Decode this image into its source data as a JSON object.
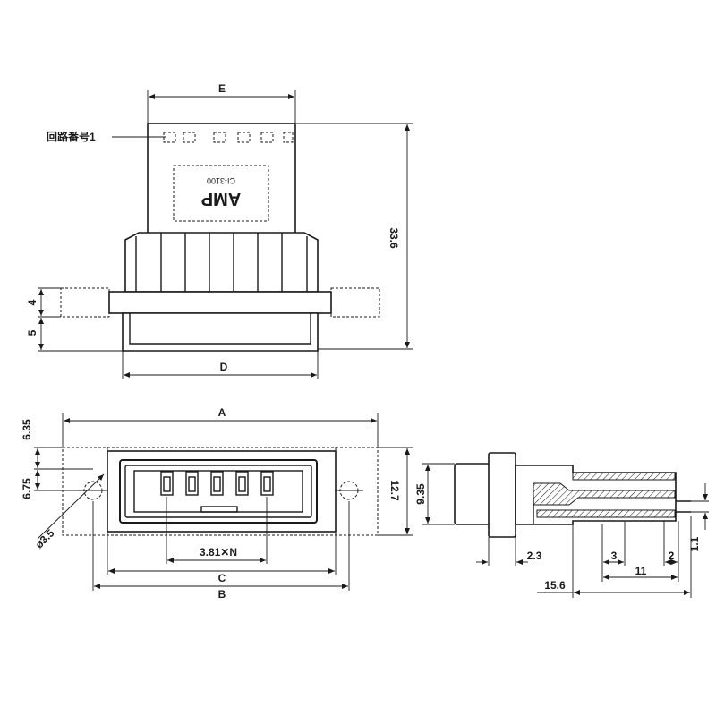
{
  "labels": {
    "circuit_no": "回路番号1",
    "brand": "AMP",
    "part_code": "CI-3100"
  },
  "dimensions": {
    "top_width": "E",
    "height_total": "33.6",
    "flange": "4",
    "lower": "5",
    "base_width": "D",
    "overall_A": "A",
    "dim_635": "6.35",
    "dim_675": "6.75",
    "hole": "ø3.5",
    "pitch": "3.81✕N",
    "dim_C": "C",
    "dim_B": "B",
    "dim_127": "12.7",
    "dim_935": "9.35",
    "dim_23": "2.3",
    "dim_3": "3",
    "dim_2": "2",
    "dim_11": "11",
    "dim_11b": "1.1",
    "dim_156": "15.6"
  }
}
